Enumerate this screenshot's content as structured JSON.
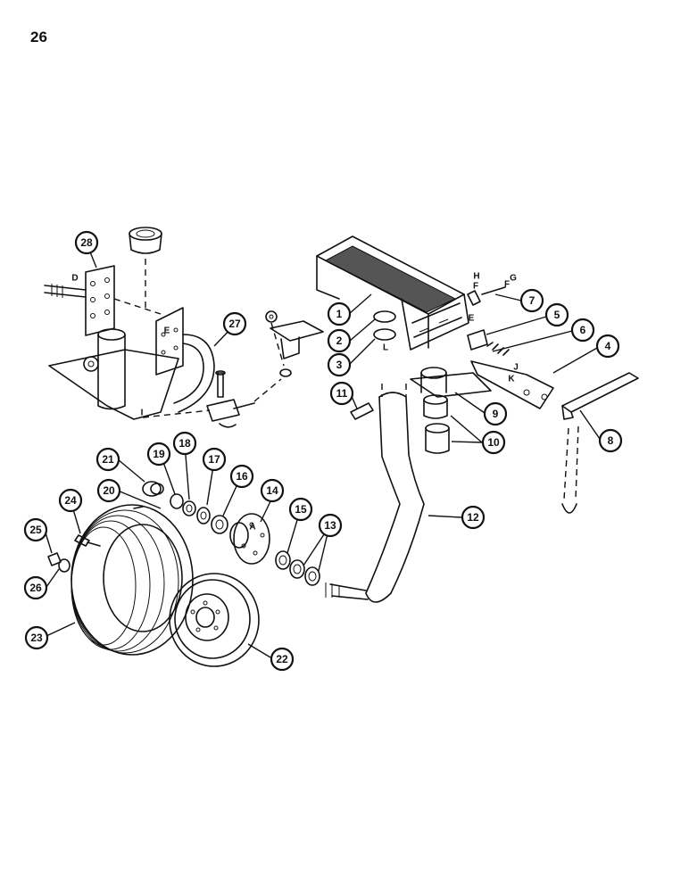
{
  "page": {
    "number": "26"
  },
  "callouts": [
    {
      "id": "c1",
      "label": "1"
    },
    {
      "id": "c2",
      "label": "2"
    },
    {
      "id": "c3",
      "label": "3"
    },
    {
      "id": "c4",
      "label": "4"
    },
    {
      "id": "c5",
      "label": "5"
    },
    {
      "id": "c6",
      "label": "6"
    },
    {
      "id": "c7",
      "label": "7"
    },
    {
      "id": "c8",
      "label": "8"
    },
    {
      "id": "c9",
      "label": "9"
    },
    {
      "id": "c10",
      "label": "10"
    },
    {
      "id": "c11",
      "label": "11"
    },
    {
      "id": "c12",
      "label": "12"
    },
    {
      "id": "c13",
      "label": "13"
    },
    {
      "id": "c14",
      "label": "14"
    },
    {
      "id": "c15",
      "label": "15"
    },
    {
      "id": "c16",
      "label": "16"
    },
    {
      "id": "c17",
      "label": "17"
    },
    {
      "id": "c18",
      "label": "18"
    },
    {
      "id": "c19",
      "label": "19"
    },
    {
      "id": "c20",
      "label": "20"
    },
    {
      "id": "c21",
      "label": "21"
    },
    {
      "id": "c22",
      "label": "22"
    },
    {
      "id": "c23",
      "label": "23"
    },
    {
      "id": "c24",
      "label": "24"
    },
    {
      "id": "c25",
      "label": "25"
    },
    {
      "id": "c26",
      "label": "26"
    },
    {
      "id": "c27",
      "label": "27"
    },
    {
      "id": "c28",
      "label": "28"
    }
  ],
  "ref_letters": [
    {
      "id": "r1",
      "letter": "D"
    },
    {
      "id": "r2",
      "letter": "E"
    },
    {
      "id": "r3",
      "letter": "I"
    },
    {
      "id": "r4",
      "letter": "H"
    },
    {
      "id": "r5",
      "letter": "F"
    },
    {
      "id": "r6",
      "letter": "G"
    },
    {
      "id": "r7",
      "letter": "F"
    },
    {
      "id": "r8",
      "letter": "E"
    },
    {
      "id": "r9",
      "letter": "L"
    },
    {
      "id": "r10",
      "letter": "J"
    },
    {
      "id": "r11",
      "letter": "K"
    },
    {
      "id": "r12",
      "letter": "A"
    }
  ]
}
